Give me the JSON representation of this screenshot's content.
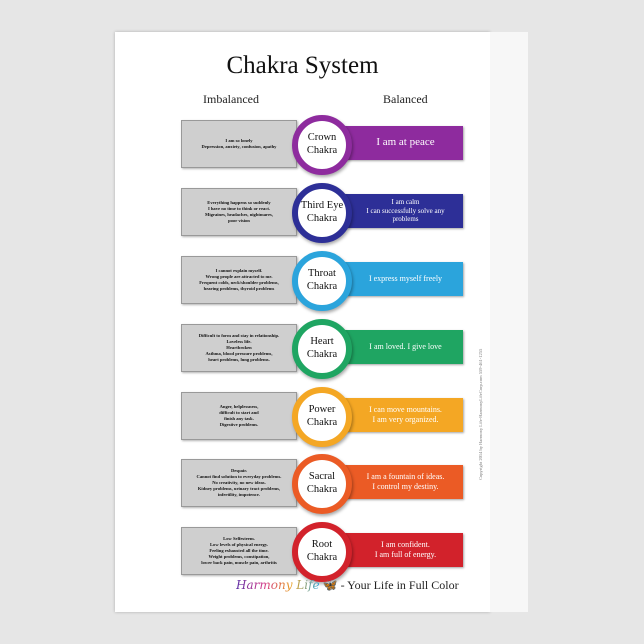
{
  "title": "Chakra System",
  "headers": {
    "imbalanced": "Imbalanced",
    "balanced": "Balanced"
  },
  "chakras": [
    {
      "name": "Crown\nChakra",
      "color": "#8e2b9e",
      "imbalanced": "I am so lonely\nDepression, anxiety, confusion, apathy",
      "balanced": "I am at peace"
    },
    {
      "name": "Third Eye\nChakra",
      "color": "#2d2f97",
      "imbalanced": "Everything happens so suddenly\nI have no time to think or react.\nMigraines, headaches, nightmares,\npoor vision",
      "balanced": "I am calm\nI can successfully solve any\nproblems"
    },
    {
      "name": "Throat\nChakra",
      "color": "#2ba4dc",
      "imbalanced": "I cannot explain myself.\nWrong people are attracted to me.\nFrequent colds, neck/shoulder problems,\nhearing problems, thyroid problems",
      "balanced": "I express myself freely"
    },
    {
      "name": "Heart\nChakra",
      "color": "#1fa562",
      "imbalanced": "Difficult to form and stay in relationship.\nLoveless life.\nHeartbroken\nAsthma, blood pressure problems,\nheart problems, lung problems.",
      "balanced": "I am loved. I give love"
    },
    {
      "name": "Power\nChakra",
      "color": "#f4a724",
      "imbalanced": "Anger, helplessness,\ndifficult to start and\nfinish any task.\nDigestive problems.",
      "balanced": "I can move mountains.\nI am very organized."
    },
    {
      "name": "Sacral\nChakra",
      "color": "#eb5b25",
      "imbalanced": "Despair.\nCannot find solution to everyday problems.\nNo creativity, no new ideas.\nKidney problems, urinary tract problems,\ninfertility, impotence.",
      "balanced": "I am a fountain of ideas.\nI control my destiny."
    },
    {
      "name": "Root\nChakra",
      "color": "#d2222b",
      "imbalanced": "Low Selfesteem.\nLow levels of physical energy.\nFeeling exhausted all the time.\nWeight problems, constipation,\nlower back pain, muscle pain, arthritis",
      "balanced": "I am confident.\nI am full of energy."
    }
  ],
  "footer": {
    "logo": "Harmony Life",
    "tagline": "- Your Life in Full Color"
  },
  "copyright": "Copyright 2014 by Harmony Life-HarmonyLifeCorp.com 559-461-1255"
}
